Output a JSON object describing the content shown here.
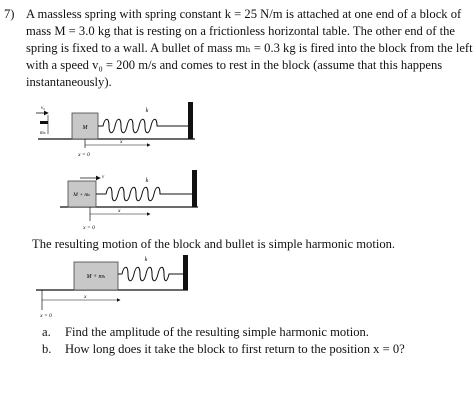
{
  "problem": {
    "number": "7)",
    "lines": [
      "A massless spring with spring constant k = 25 N/m is attached at one end of a block of",
      "mass M = 3.0 kg that is resting on a frictionless horizontal table. The other end of the",
      "spring is fixed to a wall. A bullet of mass mₕ = 0.3 kg is fired into the block from the left",
      "with a speed v₀ = 200 m/s and comes to rest in the block (assume that this happens",
      "instantaneously)."
    ]
  },
  "figure1": {
    "block": "M",
    "spring": "k",
    "origin": "x = 0",
    "disp": "x",
    "bullet_v": "v₀",
    "bullet_m": "mₕ"
  },
  "figure2": {
    "block": "M + mₕ",
    "spring": "k",
    "origin": "x = 0",
    "disp": "x",
    "vel": "v"
  },
  "middle_text": "The resulting motion of the block and bullet is simple harmonic motion.",
  "figure3": {
    "block": "M + mₕ",
    "spring": "k",
    "origin": "x = 0",
    "disp": "x"
  },
  "questions": [
    {
      "label": "a.",
      "text": "Find the amplitude of the resulting simple harmonic motion."
    },
    {
      "label": "b.",
      "text": "How long does it take the block to first return to the position x = 0?"
    }
  ]
}
